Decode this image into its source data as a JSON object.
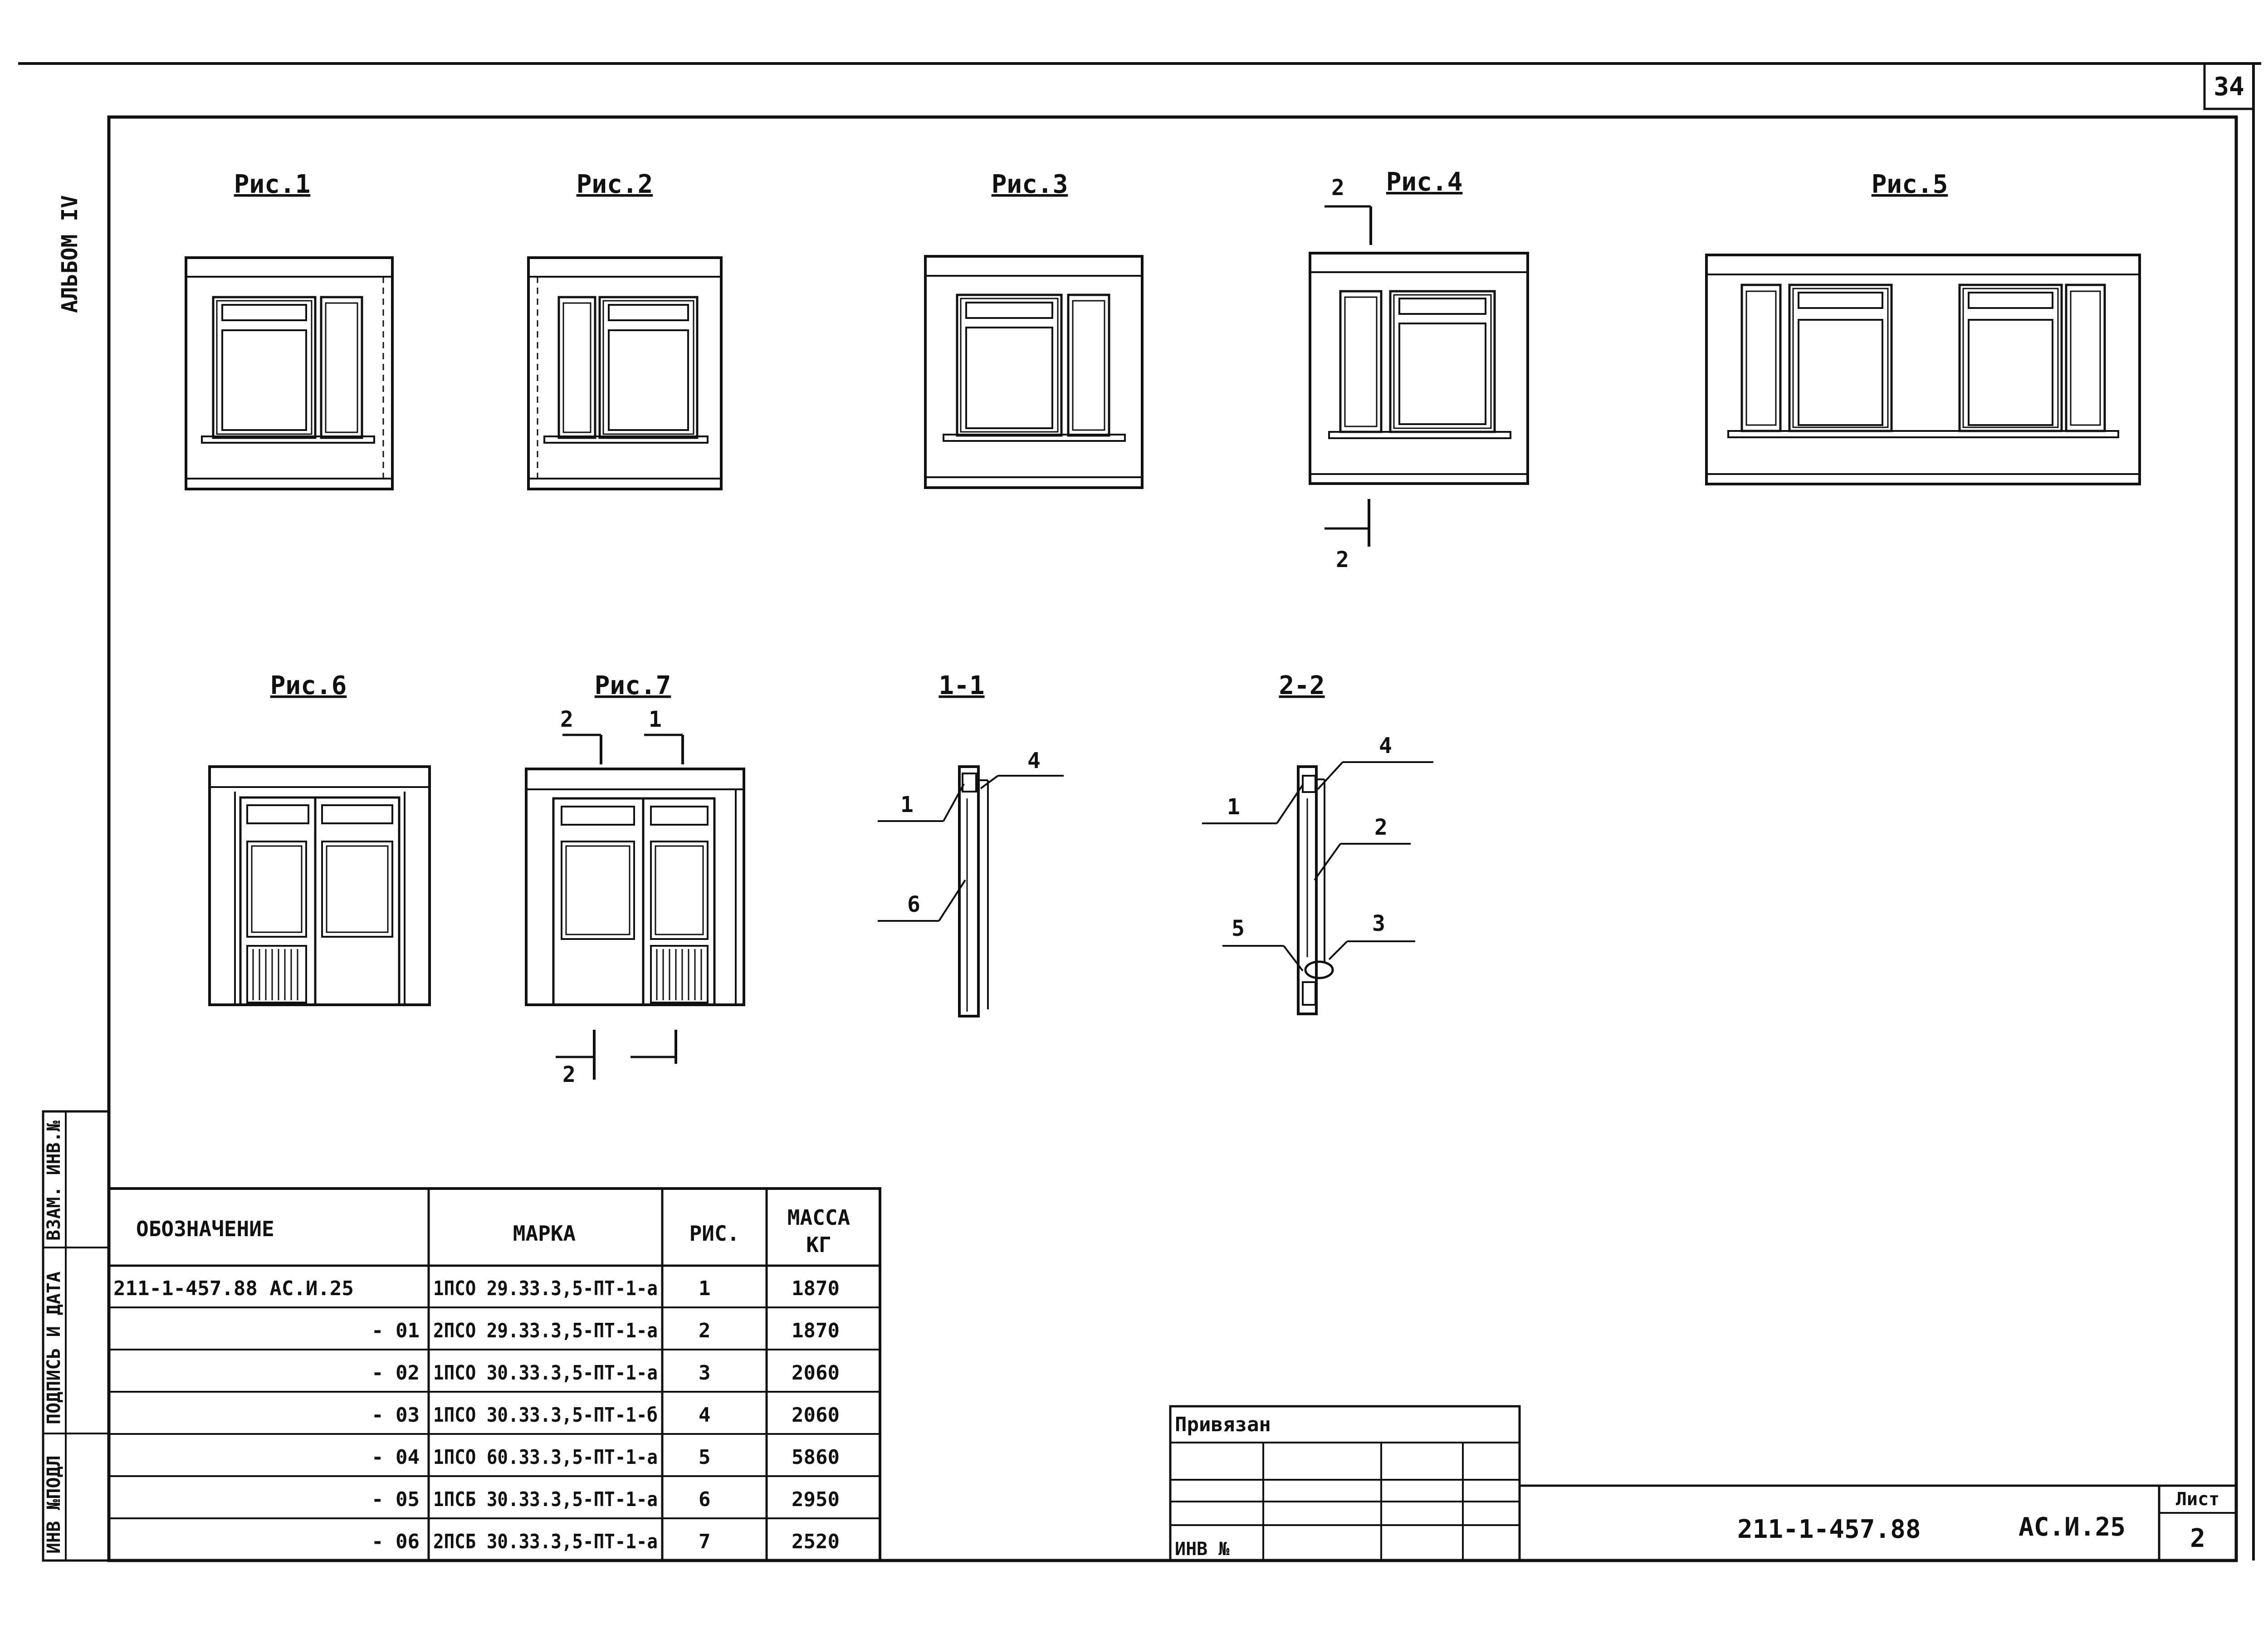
{
  "page": {
    "sheet_number": "34"
  },
  "side_labels": {
    "album": "АЛЬБОМ IV",
    "stamp_cols": [
      "ИНВ №ПОДЛ",
      "ПОДПИСЬ И ДАТА",
      "ВЗАМ. ИНВ.№"
    ]
  },
  "figures": {
    "fig1": "Рис.1",
    "fig2": "Рис.2",
    "fig3": "Рис.3",
    "fig4": "Рис.4",
    "fig5": "Рис.5",
    "fig6": "Рис.6",
    "fig7": "Рис.7",
    "sec11": "1-1",
    "sec22": "2-2"
  },
  "cut_marks": {
    "one": "1",
    "two": "2"
  },
  "callouts": [
    "1",
    "2",
    "3",
    "4",
    "5",
    "6"
  ],
  "spec_table": {
    "headers": {
      "designation": "ОБОЗНАЧЕНИЕ",
      "mark": "МАРКА",
      "fig": "РИС.",
      "mass": "МАССА",
      "mass_unit": "КГ"
    },
    "rows": [
      {
        "designation": "211-1-457.88 АС.И.25",
        "mark": "1ПСО 29.33.3,5-ПТ-1-а",
        "fig": "1",
        "mass": "1870"
      },
      {
        "designation": "- 01",
        "mark": "2ПСО 29.33.3,5-ПТ-1-а",
        "fig": "2",
        "mass": "1870"
      },
      {
        "designation": "- 02",
        "mark": "1ПСО 30.33.3,5-ПТ-1-а",
        "fig": "3",
        "mass": "2060"
      },
      {
        "designation": "- 03",
        "mark": "1ПСО 30.33.3,5-ПТ-1-б",
        "fig": "4",
        "mass": "2060"
      },
      {
        "designation": "- 04",
        "mark": "1ПСО 60.33.3,5-ПТ-1-а",
        "fig": "5",
        "mass": "5860"
      },
      {
        "designation": "- 05",
        "mark": "1ПСБ 30.33.3,5-ПТ-1-а",
        "fig": "6",
        "mass": "2950"
      },
      {
        "designation": "- 06",
        "mark": "2ПСБ 30.33.3,5-ПТ-1-а",
        "fig": "7",
        "mass": "2520"
      }
    ]
  },
  "binding_box": {
    "label": "Привязан",
    "inv_label": "ИНВ №"
  },
  "title_block": {
    "doc_code": "211-1-457.88",
    "doc_mark": "АС.И.25",
    "sheet_label": "Лист",
    "sheet_value": "2"
  }
}
